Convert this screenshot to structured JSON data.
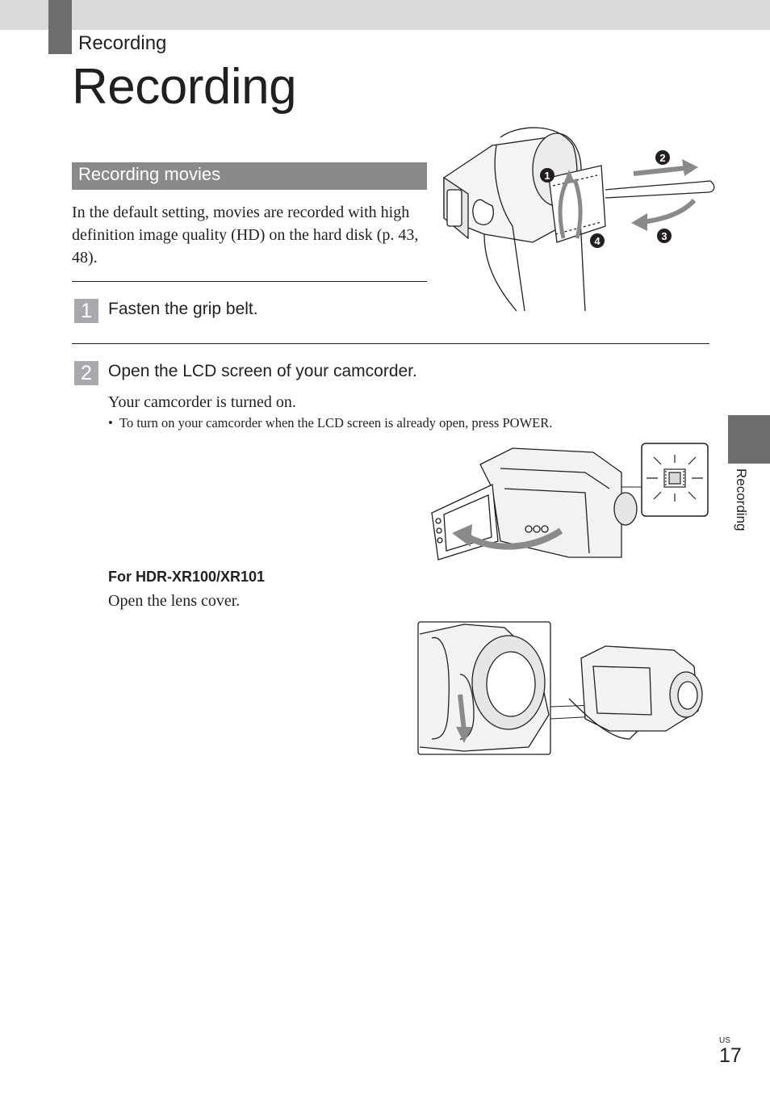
{
  "header": {
    "running_head": "Recording",
    "page_title": "Recording"
  },
  "section": {
    "title": "Recording movies",
    "intro": "In the default setting, movies are recorded with high definition image quality (HD) on the hard disk (p. 43, 48)."
  },
  "steps": [
    {
      "number": "1",
      "text": "Fasten the grip belt."
    },
    {
      "number": "2",
      "text": "Open the LCD screen of your camcorder."
    }
  ],
  "step2": {
    "body": "Your camcorder is turned on.",
    "note": "To turn on your camcorder when the LCD screen is already open, press POWER."
  },
  "model_section": {
    "heading": "For HDR-XR100/XR101",
    "body": "Open the lens cover."
  },
  "figure_grip": {
    "callouts": [
      "1",
      "2",
      "3",
      "4"
    ]
  },
  "side_tab": {
    "label": "Recording"
  },
  "footer": {
    "country_code": "US",
    "page_number": "17"
  }
}
